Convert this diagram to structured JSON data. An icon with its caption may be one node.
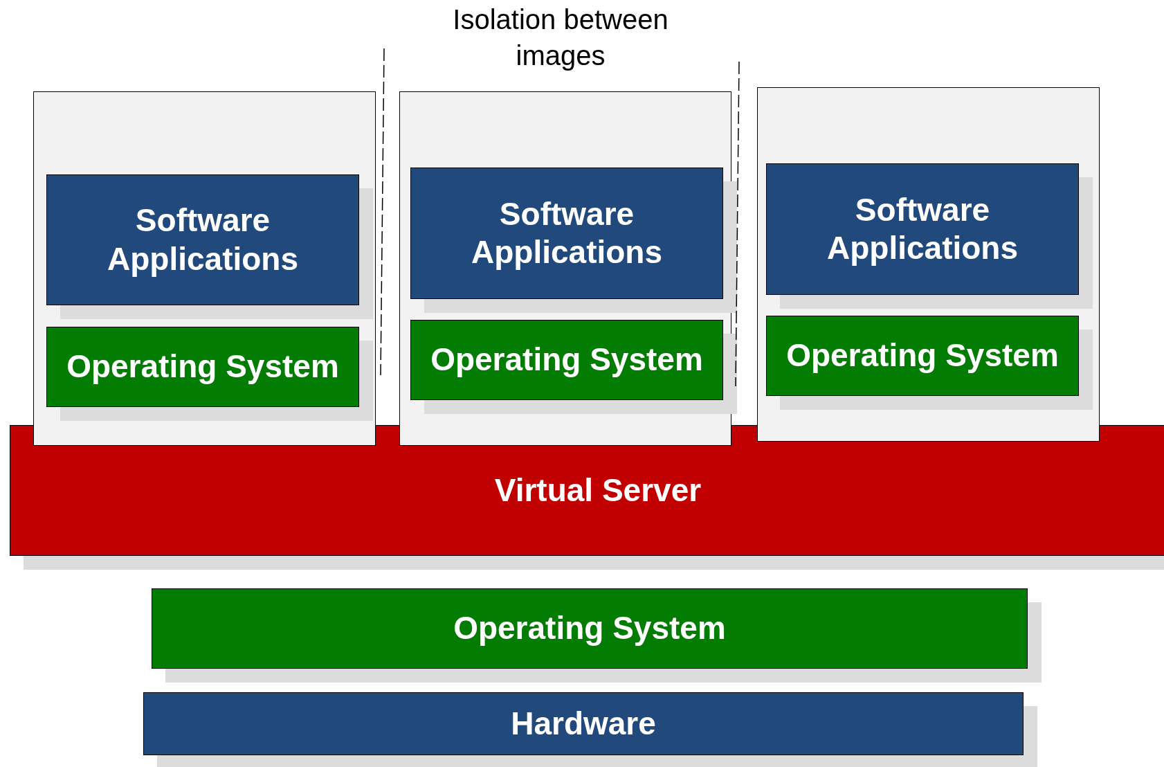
{
  "diagram": {
    "nodes": [
      {
        "text": [],
        "shape": "box"
      },
      {
        "text": [
          "Software Applications"
        ],
        "in": 0
      },
      {
        "text": [
          "Operating System"
        ],
        "in": 0
      },
      {
        "text": [],
        "shape": "box"
      },
      {
        "text": [
          "Software Applications"
        ],
        "in": 3
      },
      {
        "text": [
          "Operating System"
        ],
        "in": 3
      },
      {
        "text": [],
        "shape": "box"
      },
      {
        "text": [
          "Software Applications"
        ],
        "in": 6
      },
      {
        "text": [
          "Operating System"
        ],
        "in": 6
      },
      {
        "text": [
          "Virtual Server"
        ]
      },
      {
        "text": [
          "Operating System"
        ]
      },
      {
        "text": [
          "Hardware"
        ]
      }
    ],
    "edges": [],
    "labels": [
      "Isolation between images"
    ]
  }
}
